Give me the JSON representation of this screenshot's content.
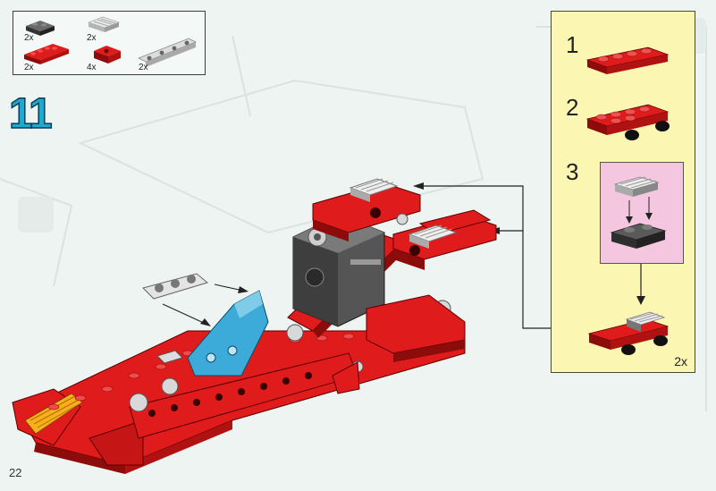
{
  "parts_list": {
    "items": [
      {
        "qty": "2x",
        "icon": "dark-gray-plate-1x2-icon"
      },
      {
        "qty": "2x",
        "icon": "light-gray-grille-tile-icon"
      },
      {
        "qty": "2x",
        "icon": "red-plate-1x4-icon"
      },
      {
        "qty": "4x",
        "icon": "red-slope-brick-icon"
      },
      {
        "qty": "2x",
        "icon": "light-gray-technic-beam-icon"
      }
    ]
  },
  "step": {
    "number": "11"
  },
  "callout": {
    "substeps": [
      {
        "number": "1"
      },
      {
        "number": "2"
      },
      {
        "number": "3"
      }
    ],
    "multiplier": "2x"
  },
  "page": {
    "number": "22"
  },
  "colors": {
    "red": "#e01b1b",
    "dark_red": "#8c0b0b",
    "blue": "#3cabd9",
    "dark_gray": "#4a4a4a",
    "light_gray": "#d6d6d6",
    "callout_bg": "#fbf7b3",
    "subcallout_bg": "#f4c6df",
    "step_number": "#22a8cc"
  }
}
